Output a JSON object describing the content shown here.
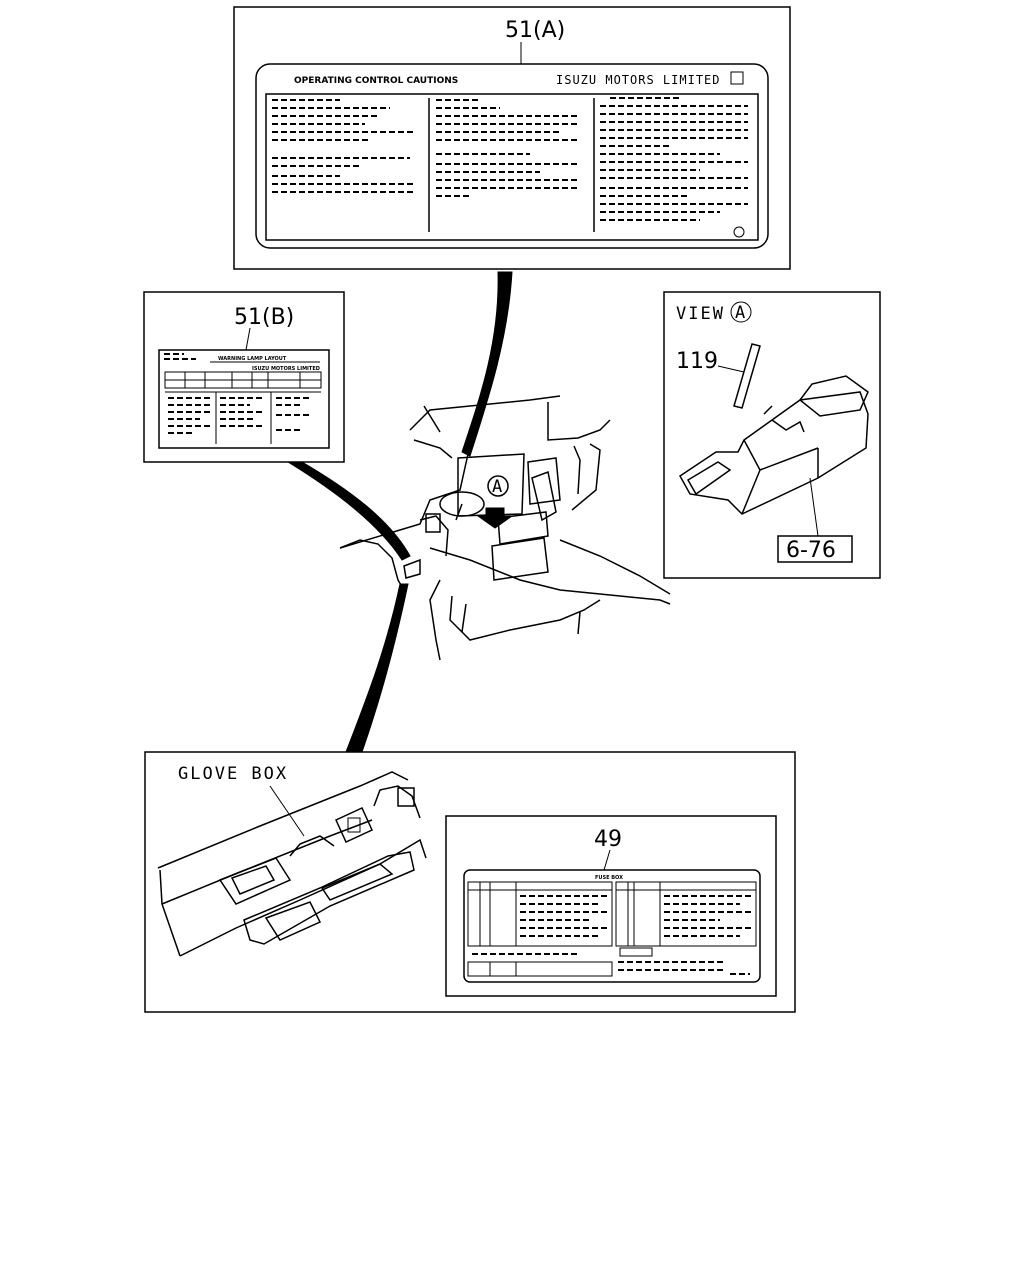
{
  "callouts": {
    "label_51a": "51(A)",
    "label_51b": "51(B)",
    "label_49": "49",
    "label_119": "119",
    "label_6_76": "6-76",
    "view": "VIEW",
    "view_marker": "A",
    "cab_marker": "A",
    "glove_box": "GLOVE BOX"
  },
  "plate_51a": {
    "title": "OPERATING CONTROL CAUTIONS",
    "brand": "ISUZU MOTORS LIMITED"
  },
  "plate_51b": {
    "title": "WARNING LAMP LAYOUT",
    "brand": "ISUZU MOTORS LIMITED"
  },
  "plate_49": {
    "title": "FUSE BOX"
  }
}
